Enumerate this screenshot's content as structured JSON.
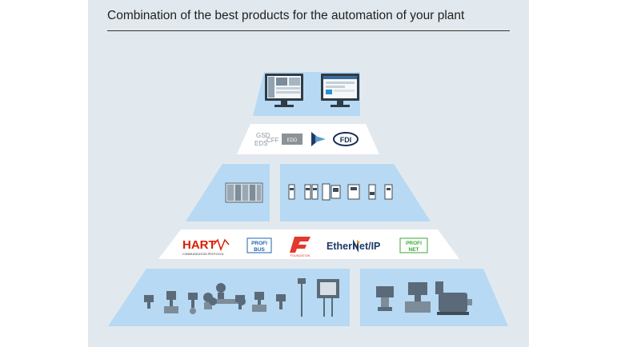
{
  "header": {
    "title": "Combination of the best products for the automation of your plant"
  },
  "colors": {
    "panel_bg": "#e2e9ee",
    "tier_blue": "#b7d9f3",
    "tier_white": "#ffffff",
    "device_gray": "#5a6a78",
    "hart_red": "#d81e05",
    "profibus_blue": "#1d63b0",
    "profinet_green": "#3aa935",
    "foundation_red": "#e2392b",
    "ethernetip_navy": "#1f3a66",
    "fdi_navy": "#1a2b57"
  },
  "tiers": {
    "software": {
      "screens": [
        "desktop-monitor-icon",
        "desktop-monitor-icon"
      ]
    },
    "integration": {
      "gsd_label": "GSD",
      "eds_label": "EDS",
      "cff_label": "CFF",
      "edd_label": "EDD",
      "fdi_label": "FDI"
    },
    "control": {
      "icons": [
        "plc-rack-icon",
        "io-module-icon"
      ]
    },
    "protocols": {
      "hart": {
        "name": "HART",
        "sub": "COMMUNICATION PROTOCOL"
      },
      "profibus": {
        "line1": "PROFI",
        "line2": "BUS"
      },
      "foundation": {
        "name": "FOUNDATION"
      },
      "ethernetip": {
        "name_a": "Ether",
        "name_b": "et/IP"
      },
      "profinet": {
        "line1": "PROFI",
        "line2": "NET"
      }
    },
    "field": {
      "icons": [
        "transmitter-icon",
        "flowmeter-icon",
        "valve-icon",
        "motor-icon"
      ]
    }
  }
}
